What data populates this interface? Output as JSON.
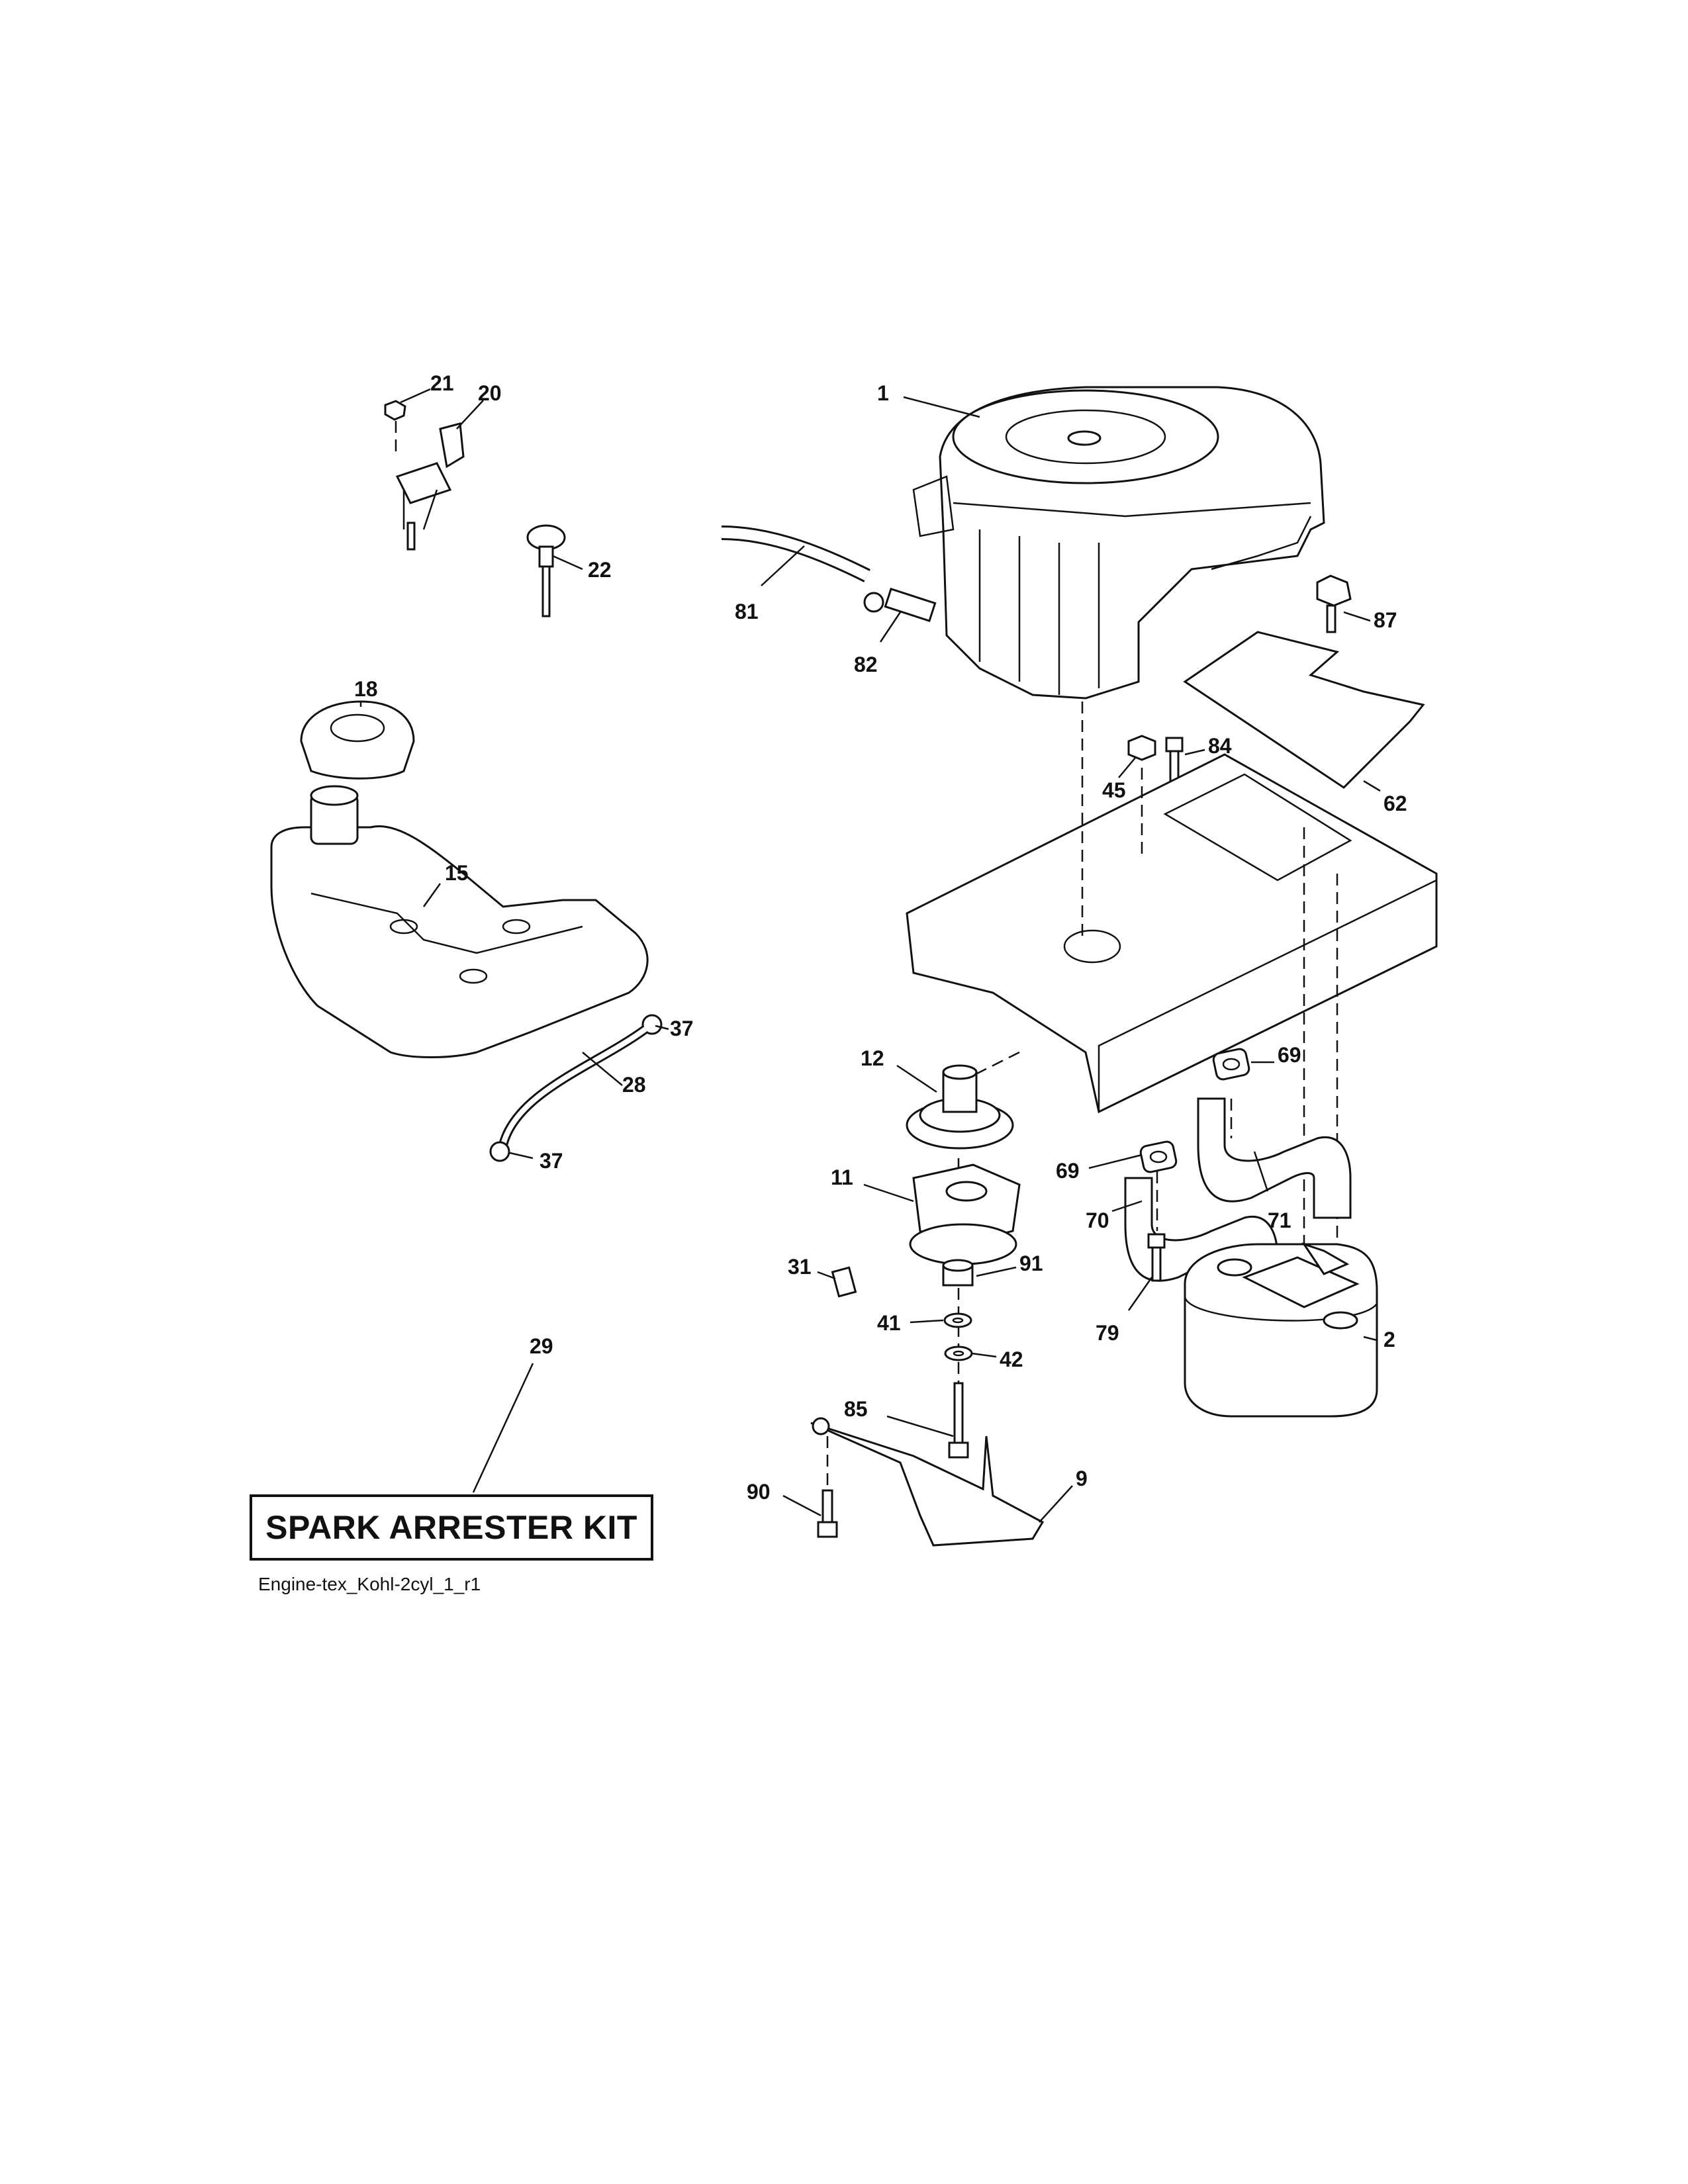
{
  "callouts": [
    {
      "id": "c1",
      "label": "1"
    },
    {
      "id": "c2",
      "label": "2"
    },
    {
      "id": "c9",
      "label": "9"
    },
    {
      "id": "c11",
      "label": "11"
    },
    {
      "id": "c12",
      "label": "12"
    },
    {
      "id": "c15",
      "label": "15"
    },
    {
      "id": "c18",
      "label": "18"
    },
    {
      "id": "c20",
      "label": "20"
    },
    {
      "id": "c21",
      "label": "21"
    },
    {
      "id": "c22",
      "label": "22"
    },
    {
      "id": "c28",
      "label": "28"
    },
    {
      "id": "c29",
      "label": "29"
    },
    {
      "id": "c31",
      "label": "31"
    },
    {
      "id": "c37a",
      "label": "37"
    },
    {
      "id": "c37b",
      "label": "37"
    },
    {
      "id": "c41",
      "label": "41"
    },
    {
      "id": "c42",
      "label": "42"
    },
    {
      "id": "c45",
      "label": "45"
    },
    {
      "id": "c62",
      "label": "62"
    },
    {
      "id": "c69a",
      "label": "69"
    },
    {
      "id": "c69b",
      "label": "69"
    },
    {
      "id": "c70",
      "label": "70"
    },
    {
      "id": "c71",
      "label": "71"
    },
    {
      "id": "c79",
      "label": "79"
    },
    {
      "id": "c81",
      "label": "81"
    },
    {
      "id": "c82",
      "label": "82"
    },
    {
      "id": "c84",
      "label": "84"
    },
    {
      "id": "c85",
      "label": "85"
    },
    {
      "id": "c87",
      "label": "87"
    },
    {
      "id": "c90",
      "label": "90"
    },
    {
      "id": "c91",
      "label": "91"
    }
  ],
  "kit_label": "SPARK ARRESTER KIT",
  "diagram_id": "Engine-tex_Kohl-2cyl_1_r1"
}
